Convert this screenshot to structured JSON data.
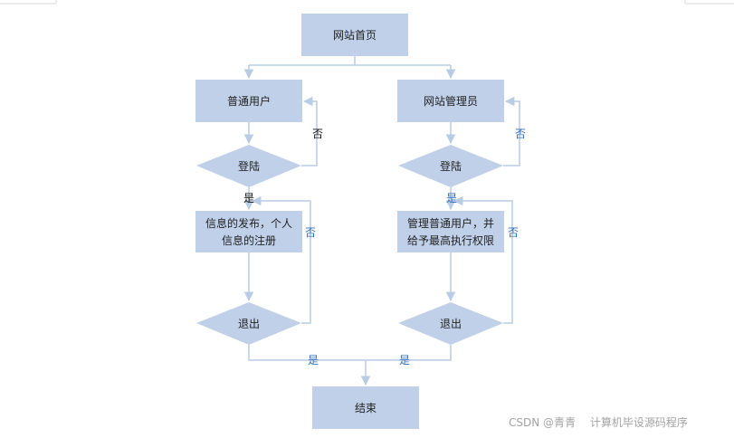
{
  "colors": {
    "node_fill": "#bfd0e8",
    "connector": "#b9cce6",
    "label_blue": "#2f6fb5",
    "label_dark": "#111111"
  },
  "nodes": {
    "home": "网站首页",
    "user": "普通用户",
    "admin": "网站管理员",
    "login_left": "登陆",
    "login_right": "登陆",
    "publish_line1": "信息的发布，个人",
    "publish_line2": "信息的注册",
    "manage_line1": "管理普通用户，并",
    "manage_line2": "给予最高执行权限",
    "exit_left": "退出",
    "exit_right": "退出",
    "end": "结束"
  },
  "edge_labels": {
    "no_left_login": "否",
    "no_right_login": "否",
    "yes_left_login": "是",
    "yes_right_login": "是",
    "no_left_exit": "否",
    "no_right_exit": "否",
    "yes_left_exit": "是",
    "yes_right_exit": "是"
  },
  "watermark": "CSDN @青青　 计算机毕设源码程序"
}
